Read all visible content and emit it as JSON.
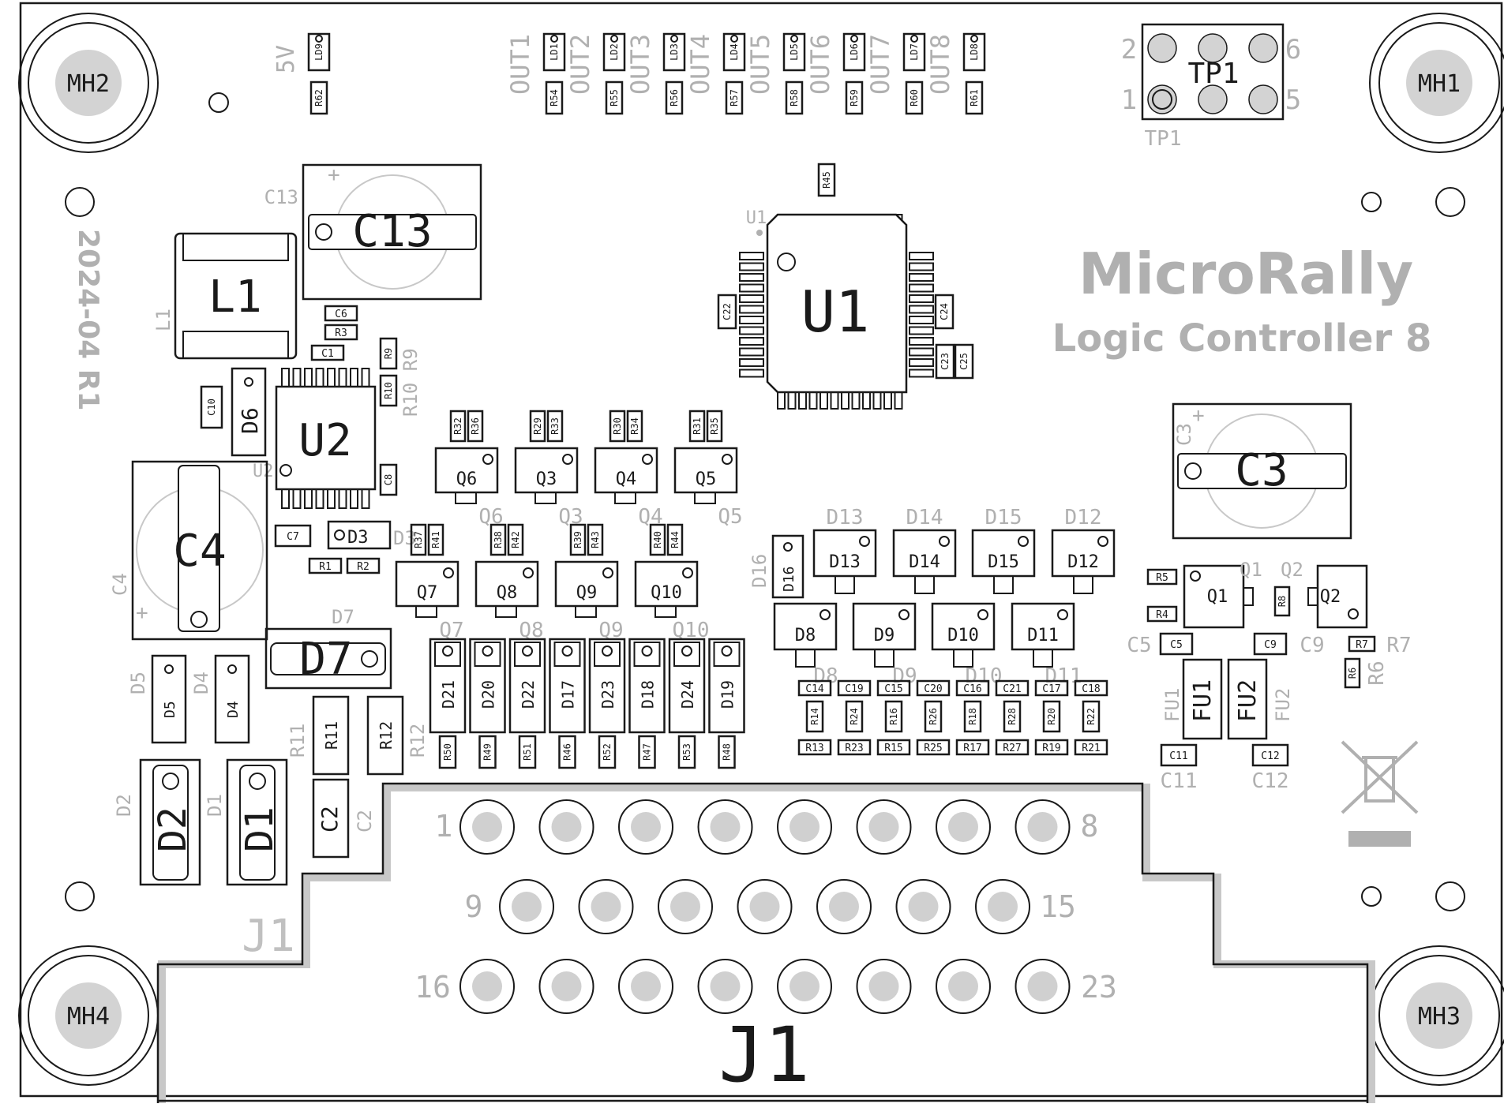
{
  "board": {
    "title": "MicroRally",
    "subtitle": "Logic Controller 8",
    "revision": "2024-04 R1"
  },
  "mounting_holes": [
    "MH1",
    "MH2",
    "MH3",
    "MH4"
  ],
  "top_leds": {
    "power_label": "5V",
    "power_led": "LD9",
    "power_resistor": "R62",
    "outputs": [
      {
        "label": "OUT1",
        "led": "LD1",
        "resistor": "R54"
      },
      {
        "label": "OUT2",
        "led": "LD2",
        "resistor": "R55"
      },
      {
        "label": "OUT3",
        "led": "LD3",
        "resistor": "R56"
      },
      {
        "label": "OUT4",
        "led": "LD4",
        "resistor": "R57"
      },
      {
        "label": "OUT5",
        "led": "LD5",
        "resistor": "R58"
      },
      {
        "label": "OUT6",
        "led": "LD6",
        "resistor": "R59"
      },
      {
        "label": "OUT7",
        "led": "LD7",
        "resistor": "R60"
      },
      {
        "label": "OUT8",
        "led": "LD8",
        "resistor": "R61"
      }
    ]
  },
  "tp1": {
    "ref": "TP1",
    "silk": "TP1",
    "pins": [
      "1",
      "2",
      "5",
      "6"
    ]
  },
  "u1": {
    "ref": "U1",
    "silk": "U1",
    "r45": "R45",
    "caps": [
      "C22",
      "C24",
      "C23",
      "C25"
    ]
  },
  "power": {
    "c13": "C13",
    "c13_silk": "C13",
    "l1": "L1",
    "l1_silk": "L1",
    "u2": "U2",
    "u2_silk": "U2",
    "c4": "C4",
    "c4_silk": "C4",
    "d6": "D6",
    "d3": "D3",
    "d3_silk": "D3",
    "d7": "D7",
    "d7_silk": "D7",
    "small": [
      "C6",
      "R3",
      "C1",
      "R9",
      "R10",
      "C10",
      "C7",
      "R1",
      "R2",
      "C8"
    ],
    "r9r10_silk": "R10 R9",
    "d5": "D5",
    "d4": "D4",
    "d2": "D2",
    "d1": "D1",
    "r11": "R11",
    "r12": "R12",
    "c2": "C2"
  },
  "transistors_top": [
    {
      "ref": "Q6",
      "r": [
        "R32",
        "R36"
      ]
    },
    {
      "ref": "Q3",
      "r": [
        "R29",
        "R33"
      ]
    },
    {
      "ref": "Q4",
      "r": [
        "R30",
        "R34"
      ]
    },
    {
      "ref": "Q5",
      "r": [
        "R31",
        "R35"
      ]
    }
  ],
  "transistors_bottom": [
    {
      "ref": "Q7",
      "r": [
        "R37",
        "R41"
      ]
    },
    {
      "ref": "Q8",
      "r": [
        "R38",
        "R42"
      ]
    },
    {
      "ref": "Q9",
      "r": [
        "R39",
        "R43"
      ]
    },
    {
      "ref": "Q10",
      "r": [
        "R40",
        "R44"
      ]
    }
  ],
  "diodes_vertical": [
    {
      "ref": "D21",
      "r": "R50"
    },
    {
      "ref": "D20",
      "r": "R49"
    },
    {
      "ref": "D22",
      "r": "R51"
    },
    {
      "ref": "D17",
      "r": "R46"
    },
    {
      "ref": "D23",
      "r": "R52"
    },
    {
      "ref": "D18",
      "r": "R47"
    },
    {
      "ref": "D24",
      "r": "R53"
    },
    {
      "ref": "D19",
      "r": "R48"
    }
  ],
  "diodes_top": [
    "D13",
    "D14",
    "D15",
    "D12"
  ],
  "diodes_bottom": [
    "D8",
    "D9",
    "D10",
    "D11"
  ],
  "d16": "D16",
  "small_row1": [
    "C14",
    "C19",
    "C15",
    "C20",
    "C16",
    "C21",
    "C17",
    "C18"
  ],
  "small_row2": [
    "R14",
    "R24",
    "R16",
    "R26",
    "R18",
    "R28",
    "R20",
    "R22"
  ],
  "small_row3": [
    "R13",
    "R23",
    "R15",
    "R25",
    "R17",
    "R27",
    "R19",
    "R21"
  ],
  "right": {
    "c3": "C3",
    "c3_silk": "C3",
    "q1": "Q1",
    "q2": "Q2",
    "r5": "R5",
    "r4": "R4",
    "r8": "R8",
    "c5": "C5",
    "c9": "C9",
    "r7": "R7",
    "r6": "R6",
    "fu1": "FU1",
    "fu2": "FU2",
    "c11": "C11",
    "c12": "C12"
  },
  "j1": {
    "ref": "J1",
    "silk": "J1",
    "pin_labels": [
      "1",
      "8",
      "9",
      "15",
      "16",
      "23"
    ]
  },
  "colors": {
    "outline": "#1a1a1a",
    "silk": "#b0b0b0",
    "pad_fill": "#d0d0d0",
    "background": "#ffffff"
  }
}
